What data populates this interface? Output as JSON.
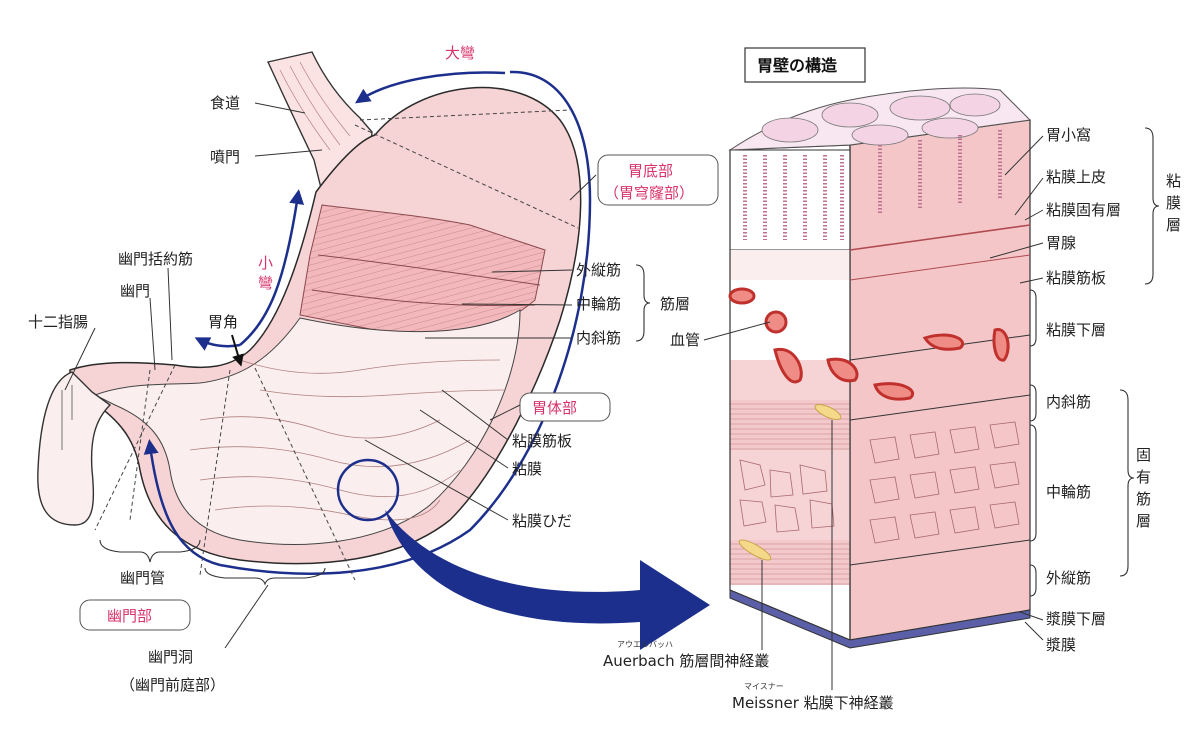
{
  "structure_title": "胃壁の構造",
  "stomach_labels": {
    "greater_curvature": "大彎",
    "esophagus": "食道",
    "cardia": "噴門",
    "fundus": "胃底部",
    "fundus_alt": "（胃穹窿部）",
    "lesser_curvature": "小彎",
    "pyloric_sphincter": "幽門括約筋",
    "pylorus": "幽門",
    "duodenum": "十二指腸",
    "angulus": "胃角",
    "outer_longitudinal": "外縦筋",
    "middle_circular": "中輪筋",
    "inner_oblique": "内斜筋",
    "muscle_layer": "筋層",
    "body": "胃体部",
    "muscularis_mucosae": "粘膜筋板",
    "mucosa": "粘膜",
    "mucosal_folds": "粘膜ひだ",
    "pyloric_canal": "幽門管",
    "pyloric_part": "幽門部",
    "antrum": "幽門洞",
    "antrum_alt": "（幽門前庭部）"
  },
  "wall_labels": {
    "gastric_pit": "胃小窩",
    "epithelium": "粘膜上皮",
    "lamina_propria": "粘膜固有層",
    "gastric_gland": "胃腺",
    "muscularis_mucosae": "粘膜筋板",
    "mucosa_layer_v": "粘膜層",
    "submucosa": "粘膜下層",
    "blood_vessel": "血管",
    "inner_oblique": "内斜筋",
    "middle_circular": "中輪筋",
    "outer_longitudinal": "外縦筋",
    "proper_muscle_v": "固有筋層",
    "subserosa": "漿膜下層",
    "serosa": "漿膜",
    "auerbach_ruby": "アウエルバッハ",
    "auerbach": "Auerbach 筋層間神経叢",
    "meissner_ruby": "マイスナー",
    "meissner": "Meissner 粘膜下神経叢"
  },
  "colors": {
    "accent_pink": "#d8336b",
    "arrow_blue": "#1d2f8c",
    "tissue_pink": "#f6d3d4",
    "vessel_red": "#c0302c"
  }
}
